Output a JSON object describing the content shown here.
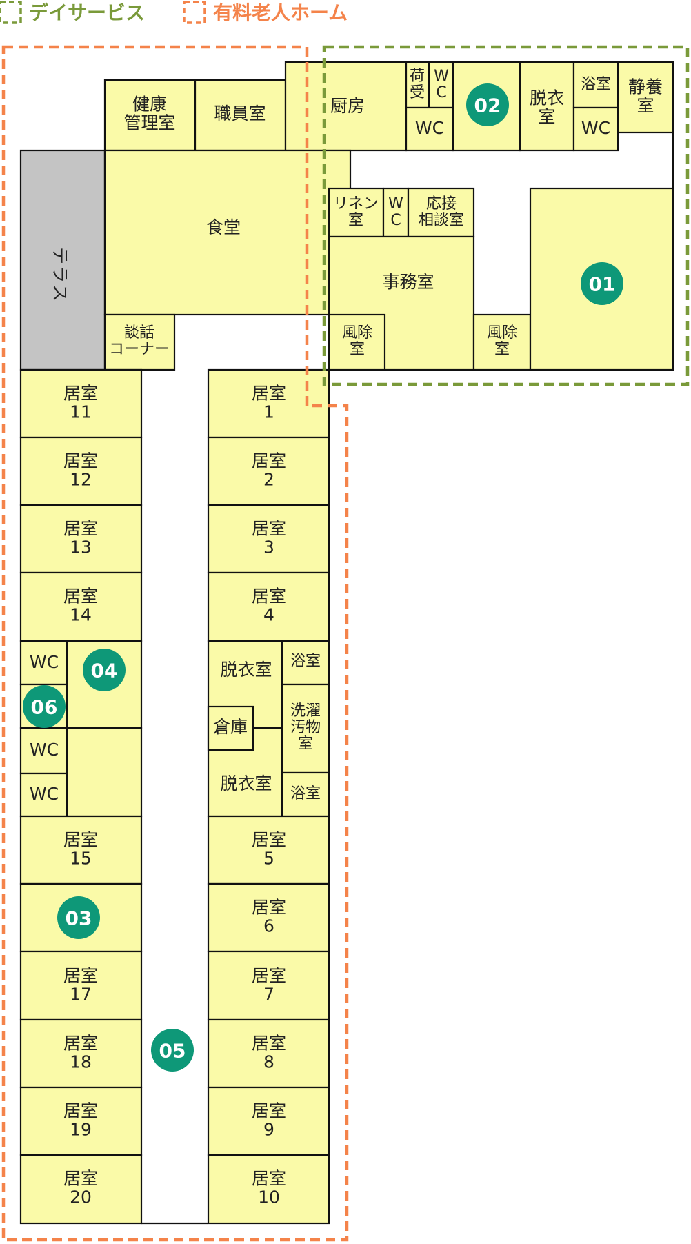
{
  "legend": [
    {
      "label": "デイサービス",
      "color": "#7a9a3a"
    },
    {
      "label": "有料老人ホーム",
      "color": "#f4834a"
    }
  ],
  "rooms": {
    "kenko": "健康\n管理室",
    "shokuin": "職員室",
    "chubo": "厨房",
    "niuke": "荷\n受",
    "wc_a": "W\nC",
    "wc_b": "WC",
    "datsui_day": "脱衣\n室",
    "yoku_day": "浴室",
    "wc_c": "WC",
    "seiyo": "静養\n室",
    "shokudo": "食堂",
    "terrace": "テラス",
    "linen": "リネン\n室",
    "wc_d": "W\nC",
    "osetsu": "応接\n相談室",
    "jimu": "事務室",
    "fujo_1": "風除\n室",
    "fujo_2": "風除\n室",
    "danwa": "談話\nコーナー",
    "r11": "居室\n11",
    "r12": "居室\n12",
    "r13": "居室\n13",
    "r14": "居室\n14",
    "r15": "居室\n15",
    "r17": "居室\n17",
    "r18": "居室\n18",
    "r19": "居室\n19",
    "r20": "居室\n20",
    "r1": "居室\n1",
    "r2": "居室\n2",
    "r3": "居室\n3",
    "r4": "居室\n4",
    "r5": "居室\n5",
    "r6": "居室\n6",
    "r7": "居室\n7",
    "r8": "居室\n8",
    "r9": "居室\n9",
    "r10": "居室\n10",
    "wc_e": "WC",
    "wc_f": "WC",
    "wc_g": "WC",
    "datsui_1": "脱衣室",
    "yoku_1": "浴室",
    "soko": "倉庫",
    "sentaku": "洗濯\n汚物\n室",
    "datsui_2": "脱衣室",
    "yoku_2": "浴室"
  },
  "badges": {
    "b01": "01",
    "b02": "02",
    "b03": "03",
    "b04": "04",
    "b05": "05",
    "b06": "06"
  },
  "colors": {
    "room_fill": "#fafaa8",
    "terrace_fill": "#c4c4c4",
    "badge": "#0e9878",
    "day_service_border": "#7a9a3a",
    "nursing_home_border": "#f4834a"
  }
}
